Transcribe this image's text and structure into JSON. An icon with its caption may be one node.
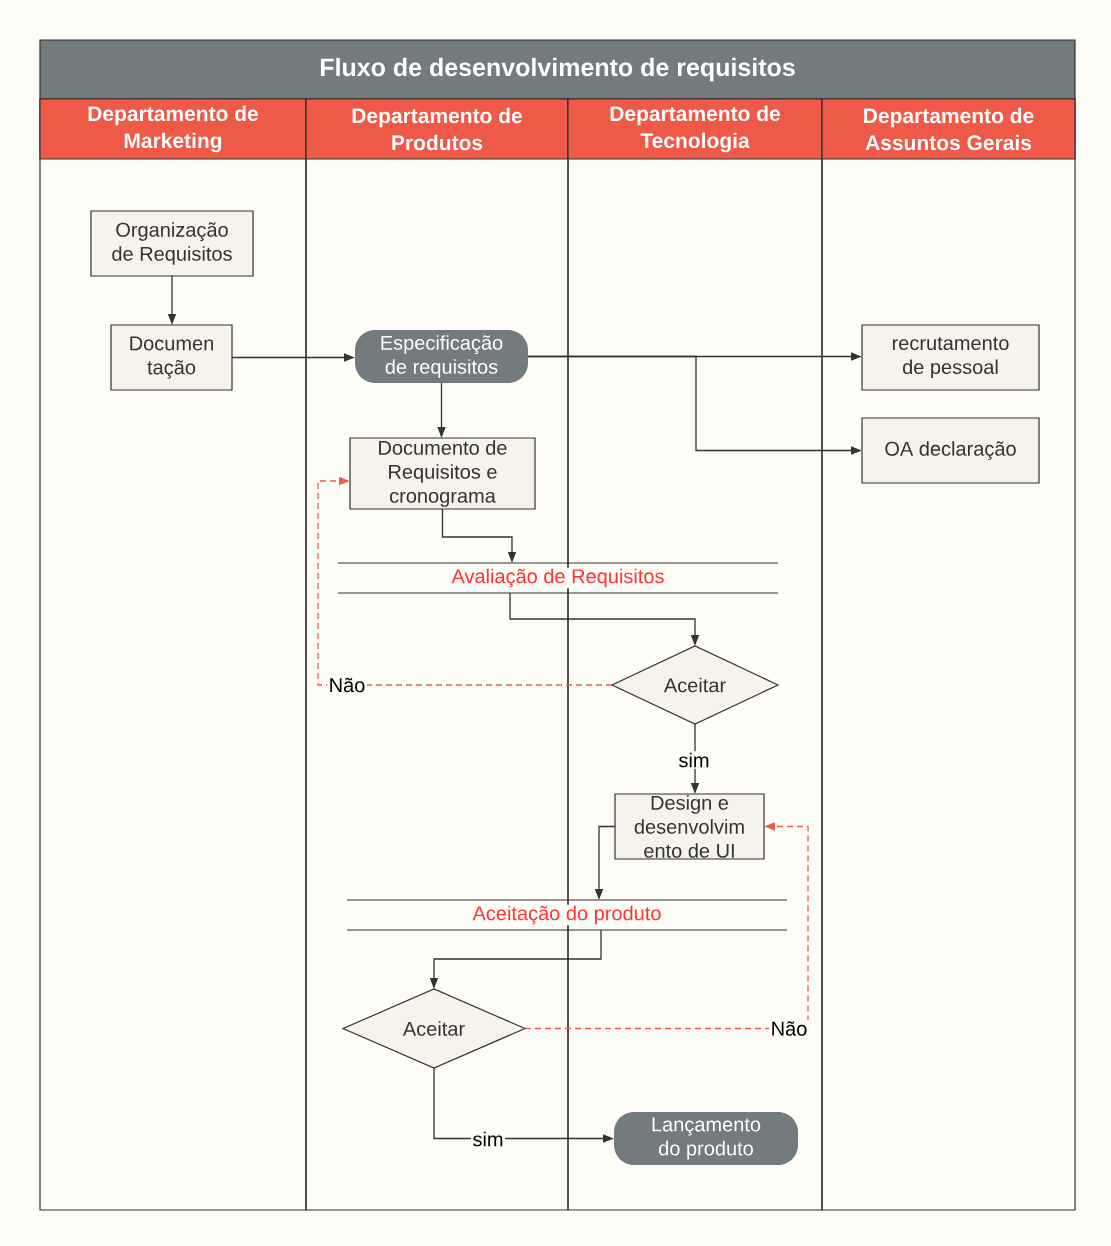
{
  "diagram": {
    "title": "Fluxo de desenvolvimento de requisitos",
    "nodes": [
      {
        "text": [
          "Departamento de Marketing"
        ]
      },
      {
        "text": [
          "Departamento de Produtos"
        ]
      },
      {
        "text": [
          "Departamento de Tecnologia"
        ]
      },
      {
        "text": [
          "Departamento de Assuntos Gerais"
        ]
      },
      {
        "text": [
          "Organização de Requisitos"
        ],
        "in": 0
      },
      {
        "text": [
          "Documen tação"
        ],
        "in": 0
      },
      {
        "text": [
          "Especificação de requisitos"
        ],
        "in": 1
      },
      {
        "text": [
          "recrutamento de pessoal"
        ],
        "in": 3
      },
      {
        "text": [
          "OA declaração"
        ],
        "in": 3
      },
      {
        "text": [
          "Documento de Requisitos e cronograma"
        ],
        "in": 1
      },
      {
        "text": [
          "Avaliação de Requisitos"
        ]
      },
      {
        "text": [
          "Aceitar"
        ],
        "in": 2
      },
      {
        "text": [
          "Design e desenvolvim ento de UI"
        ],
        "in": 2
      },
      {
        "text": [
          "Aceitação do produto"
        ]
      },
      {
        "text": [
          "Aceitar"
        ],
        "in": 1
      },
      {
        "text": [
          "Lançamento do produto"
        ],
        "in": 2
      }
    ],
    "edges": [
      {
        "from": 4,
        "to": 5,
        "arrow": "to"
      },
      {
        "from": 5,
        "to": 6,
        "arrow": "to"
      },
      {
        "from": 6,
        "to": 7,
        "arrow": "to"
      },
      {
        "from": 6,
        "to": 8,
        "arrow": "to"
      },
      {
        "from": 6,
        "to": 9,
        "arrow": "to"
      },
      {
        "from": 9,
        "to": 10,
        "arrow": "to"
      },
      {
        "from": 10,
        "to": 11,
        "arrow": "to"
      },
      {
        "from": 11,
        "to": 9,
        "arrow": "to",
        "label": "Não",
        "style": "dashed",
        "color": "#ec5b4b"
      },
      {
        "from": 11,
        "to": 12,
        "arrow": "to",
        "label": "sim"
      },
      {
        "from": 12,
        "to": 13,
        "arrow": "to"
      },
      {
        "from": 13,
        "to": 14,
        "arrow": "to"
      },
      {
        "from": 14,
        "to": 12,
        "arrow": "to",
        "label": "Não",
        "style": "dashed",
        "color": "#ec5b4b"
      },
      {
        "from": 14,
        "to": 15,
        "arrow": "to",
        "label": "sim"
      }
    ]
  }
}
